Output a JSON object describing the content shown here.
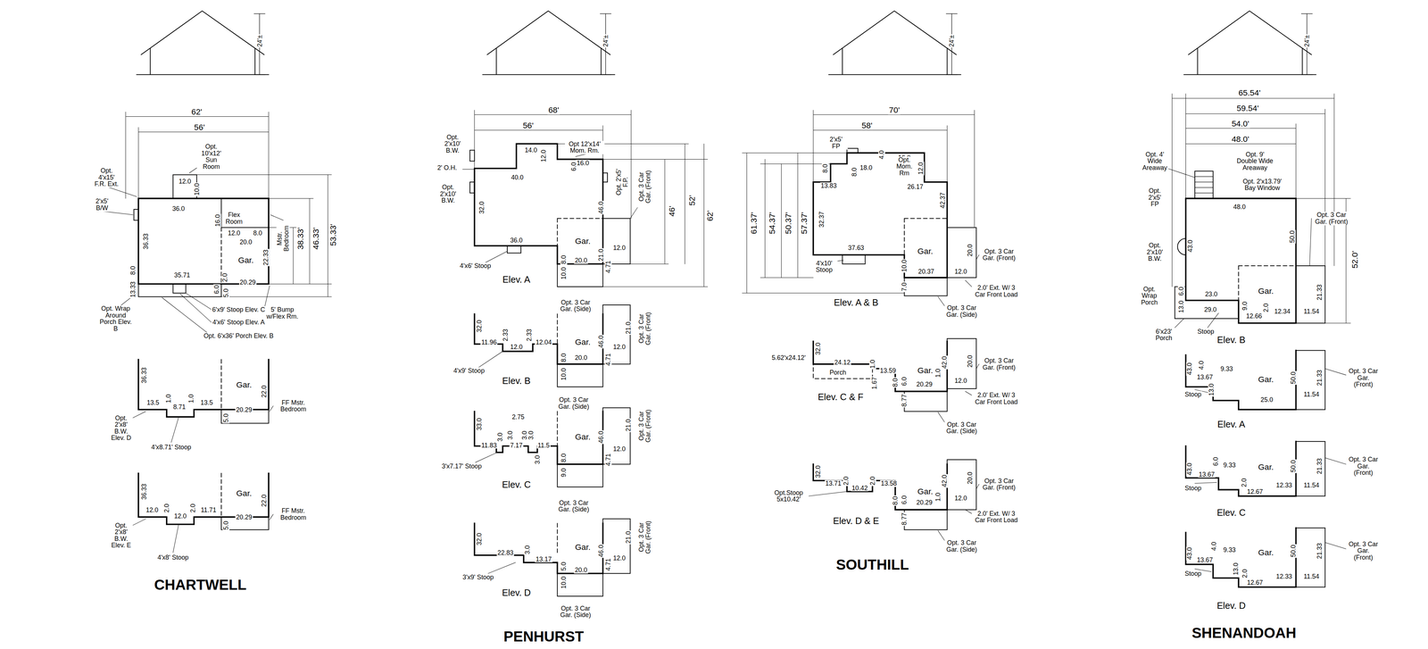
{
  "diagram": {
    "labels": [
      "24'±",
      "62'",
      "56'",
      "Opt. 10'x12' Sun Room",
      "Opt. 4'x15' F.R. Ext.",
      "2'x5' B/W",
      "12.0",
      "10.0",
      "36.0",
      "16.0",
      "Flex Room",
      "12.0",
      "8.0",
      "20.0",
      "Mstr. Bedroom",
      "38.33'",
      "46.33'",
      "53.33'",
      "36.33",
      "22.33",
      "Gar.",
      "8.0",
      "13.33",
      "35.71",
      "2.0",
      "20.29",
      "6.0",
      "5.0",
      "Opt. Wrap Around Porch Elev. B",
      "5' Bump w/Flex Rm.",
      "6'x9' Stoop Elev. C",
      "4'x6' Stoop Elev. A",
      "Opt. 6'x36' Porch Elev. B",
      "36.33",
      "Gar.",
      "22.0",
      "13.5",
      "1.0",
      "8.71",
      "1.0",
      "13.5",
      "20.29",
      "5.0",
      "FF Mstr. Bedroom",
      "Opt. 2'x8' B.W. Elev. D",
      "4'x8.71' Stoop",
      "36.33",
      "Gar.",
      "22.0",
      "12.0",
      "2.0",
      "12.0",
      "2.0",
      "11.71",
      "20.29",
      "5.0",
      "FF Mstr. Bedroom",
      "Opt. 2'x8' B.W. Elev. E",
      "4'x8' Stoop",
      "CHARTWELL",
      "24'±",
      "68'",
      "56'",
      "Opt. 2'x10' B.W.",
      "2' O.H.",
      "Opt. 2'x10' B.W.",
      "14.0",
      "Opt 12'x14' Mom. Rm.",
      "12.0",
      "16.0",
      "6.0",
      "40.0",
      "Opt. 2'x5' F.P.",
      "Opt. 3 Car Gar. (Front)",
      "32.0",
      "46.0",
      "46'",
      "52'",
      "62'",
      "Gar.",
      "21.0",
      "12.0",
      "36.0",
      "4'x6' Stoop",
      "8.0",
      "20.0",
      "4.71",
      "10.0",
      "Elev. A",
      "Opt. 3 Car Gar. (Side)",
      "32.0",
      "11.96",
      "2.33",
      "12.0",
      "2.33",
      "12.04",
      "4'x9' Stoop",
      "Gar.",
      "46.0",
      "21.0",
      "Opt. 3 Car Gar. (Front)",
      "12.0",
      "8.0",
      "20.0",
      "4.71",
      "10.0",
      "Elev. B",
      "Opt. 3 Car Gar. (Side)",
      "2.75",
      "33.0",
      "3.0",
      "3.0",
      "3.0",
      "3.0",
      "11.83",
      "7.17",
      "11.5",
      "Gar.",
      "46.0",
      "21.0",
      "Opt. 3 Car Gar. (Front)",
      "12.0",
      "3'x7.17' Stoop",
      "3.0",
      "8.0",
      "4.71",
      "9.0",
      "Elev. C",
      "Opt. 3 Car Gar. (Side)",
      "32.0",
      "22.83",
      "3.0",
      "13.17",
      "3'x9' Stoop",
      "Gar.",
      "46.0",
      "21.0",
      "Opt. 3 Car Gar. (Front)",
      "12.0",
      "5.0",
      "20.0",
      "4.71",
      "10.0",
      "Elev. D",
      "Opt. 3 Car Gar. (Side)",
      "PENHURST",
      "24'±",
      "70'",
      "58'",
      "2'x5' FP",
      "4.0",
      "16.0",
      "Opt. Mom. Rm",
      "12.0",
      "8.0",
      "18.0",
      "8.0",
      "13.83",
      "26.17",
      "61.37'",
      "54.37'",
      "50.37'",
      "57.37'",
      "32.37",
      "42.37",
      "Gar.",
      "20.0",
      "Opt. 3 Car Gar. (Front)",
      "37.63",
      "4'x10' Stoop",
      "10.0",
      "20.37",
      "12.0",
      "2.0' Ext. W/ 3 Car Front Load",
      "7.0",
      "Elev. A & B",
      "Opt. 3 Car Gar. (Side)",
      "32.0",
      "5.62'x24.12'",
      "24.12",
      "Porch",
      "1.0",
      "13.59",
      "1.67",
      "Elev. C & F",
      "Gar.",
      "1.0",
      "42.0",
      "20.0",
      "Opt. 3 Car Gar. (Front)",
      "8.0",
      "6.0",
      "20.29",
      "12.0",
      "2.0' Ext. W/ 3 Car Front Load",
      "8.77",
      "Opt. 3 Car Gar. (Side)",
      "32.0",
      "13.71",
      "2.0",
      "10.42",
      "2.0",
      "13.58",
      "Opt.Stoop 5x10.42'",
      "Elev. D & E",
      "Gar.",
      "42.0",
      "20.0",
      "Opt. 3 Car Gar. (Front)",
      "8.0",
      "6.0",
      "20.29",
      "1.0",
      "12.0",
      "2.0' Ext. W/ 3 Car Front Load",
      "8.77",
      "Opt. 3 Car Gar. (Side)",
      "SOUTHILL",
      "24'±",
      "65.54'",
      "59.54'",
      "54.0'",
      "48.0'",
      "Opt. 4' Wide Areaway",
      "Opt. 9' Double Wide Areaway",
      "Opt. 2'x13.79' Bay Window",
      "Opt. 2'x5' FP",
      "48.0",
      "Opt. 3 Car Gar. (Front)",
      "52.0'",
      "43.0",
      "50.0",
      "Opt. 2'x10' B.W.",
      "Gar.",
      "21.33",
      "Opt. Wrap Porch",
      "6.0",
      "23.0",
      "13.0",
      "29.0",
      "9.0",
      "2.0",
      "12.66",
      "12.34",
      "11.54",
      "6'x23' Porch",
      "Stoop",
      "Elev. B",
      "43.0",
      "4.0",
      "9.33",
      "13.67",
      "Gar.",
      "50.0",
      "21.33",
      "Opt. 3 Car Gar. (Front)",
      "13.0",
      "Stoop",
      "25.0",
      "11.54",
      "Elev. A",
      "43.0",
      "6.0",
      "9.33",
      "13.67",
      "Gar.",
      "50.0",
      "21.33",
      "Opt. 3 Car Gar. (Front)",
      "Stoop",
      "2.0",
      "12.67",
      "12.33",
      "11.54",
      "Elev. C",
      "43.0",
      "4.0",
      "9.33",
      "13.67",
      "Gar.",
      "50.0",
      "21.33",
      "Opt. 3 Car Gar. (Front)",
      "13.0",
      "Stoop",
      "2.0",
      "12.67",
      "12.33",
      "11.54",
      "Elev. D",
      "SHENANDOAH"
    ]
  }
}
